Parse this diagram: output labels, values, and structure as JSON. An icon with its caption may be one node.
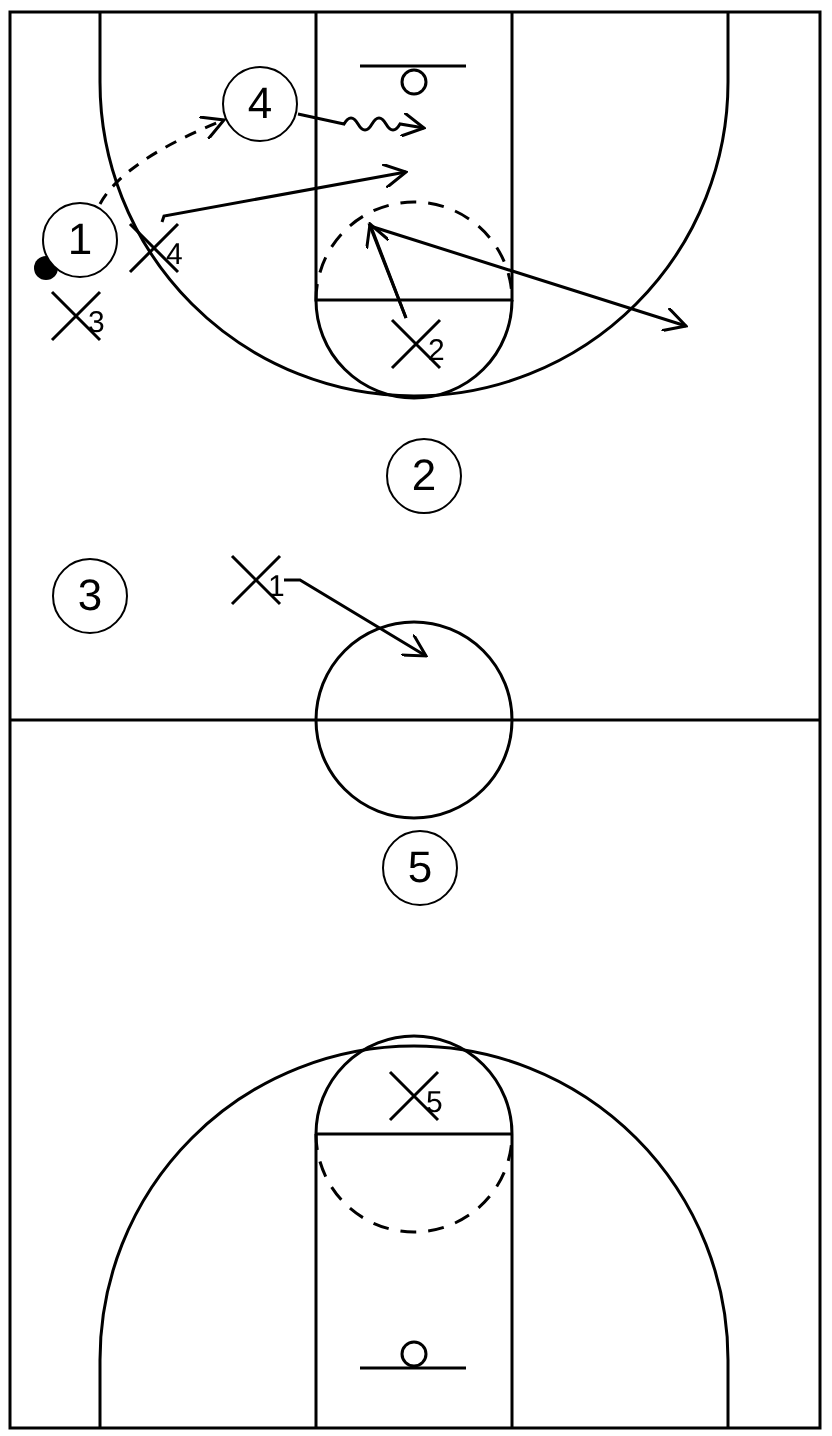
{
  "diagram": {
    "nodes": [
      {
        "text": [
          "4"
        ]
      },
      {
        "text": [
          "1"
        ]
      },
      {
        "text": [
          "4"
        ]
      },
      {
        "text": [
          "3"
        ]
      },
      {
        "text": [
          "2"
        ]
      },
      {
        "text": [
          "2"
        ]
      },
      {
        "text": [
          "1"
        ]
      },
      {
        "text": [
          "3"
        ]
      },
      {
        "text": [
          "5"
        ]
      },
      {
        "text": [
          "5"
        ]
      }
    ],
    "edges": [
      {
        "from": 1,
        "to": 0,
        "arrow": "to",
        "style": "dashed"
      },
      {
        "from": 0,
        "to": null,
        "arrow": "to"
      },
      {
        "from": 2,
        "to": null,
        "arrow": "to"
      },
      {
        "from": 4,
        "to": null,
        "arrow": "to"
      },
      {
        "from": 4,
        "to": null,
        "arrow": "to"
      },
      {
        "from": 6,
        "to": null,
        "arrow": "to"
      }
    ]
  }
}
